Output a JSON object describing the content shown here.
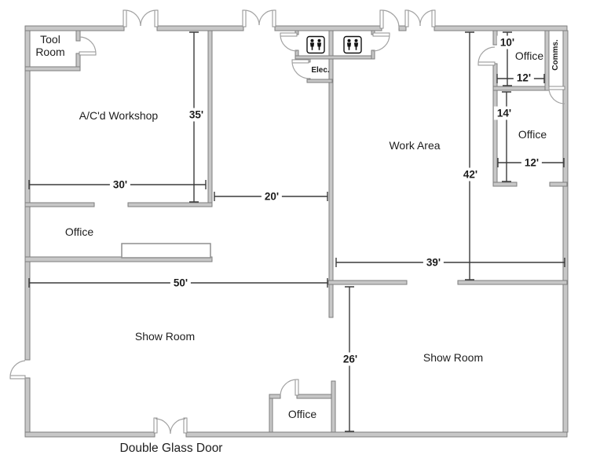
{
  "rooms": {
    "tool_room_line1": "Tool",
    "tool_room_line2": "Room",
    "workshop": "A/C'd Workshop",
    "office_left": "Office",
    "show_room_left": "Show Room",
    "work_area": "Work Area",
    "show_room_right": "Show Room",
    "office_top_10": "Office",
    "office_top_14": "Office",
    "office_bottom": "Office",
    "elec": "Elec.",
    "comms": "Comms."
  },
  "dimensions": {
    "d35": "35'",
    "d30": "30'",
    "d20": "20'",
    "d50": "50'",
    "d26": "26'",
    "d42": "42'",
    "d39": "39'",
    "d10": "10'",
    "d12a": "12'",
    "d14": "14'",
    "d12b": "12'"
  },
  "annotations": {
    "double_glass_door": "Double Glass Door"
  },
  "icons": {
    "restroom_left": "restroom-icon",
    "restroom_right": "restroom-icon"
  },
  "colors": {
    "background": "#ffffff",
    "wall_fill": "#c7c7c7",
    "wall_edge": "#7e7e7e",
    "door_arc": "#a3a3a3",
    "dimension_line": "#3b3b3b",
    "text": "#1e1e1e",
    "icon": "#111111"
  }
}
